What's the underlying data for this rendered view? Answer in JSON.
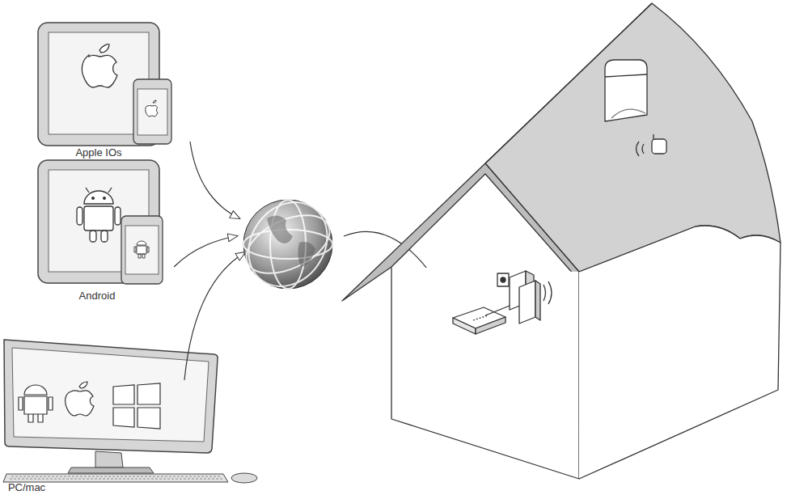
{
  "diagram": {
    "labels": [
      "Apple IOs",
      "Android",
      "PC/mac"
    ]
  }
}
